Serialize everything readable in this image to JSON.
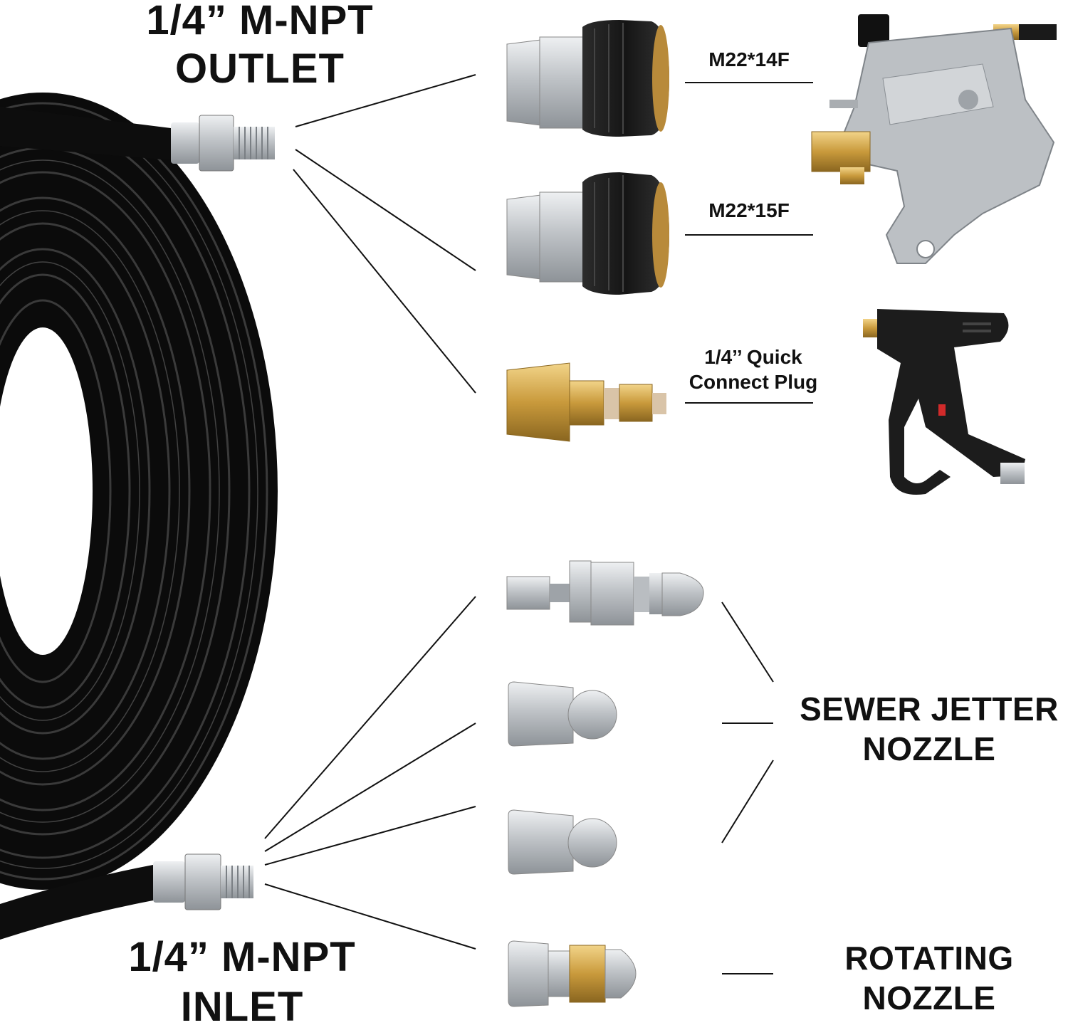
{
  "outlet": {
    "line1": "1/4” M-NPT",
    "line2": "OUTLET"
  },
  "inlet": {
    "line1": "1/4” M-NPT",
    "line2": "INLET"
  },
  "fittings": {
    "m22_14f": "M22*14F",
    "m22_15f": "M22*15F",
    "quick_connect_line1": "1/4’’ Quick",
    "quick_connect_line2": "Connect Plug"
  },
  "nozzles": {
    "sewer_line1": "SEWER JETTER",
    "sewer_line2": "NOZZLE",
    "rotating_line1": "ROTATING",
    "rotating_line2": "NOZZLE"
  },
  "colors": {
    "hose": "#0d0d0d",
    "steel": "#c9cbce",
    "brass": "#c9a24a",
    "black_cap": "#1b1b1b",
    "pump_body": "#b9bcbf"
  }
}
